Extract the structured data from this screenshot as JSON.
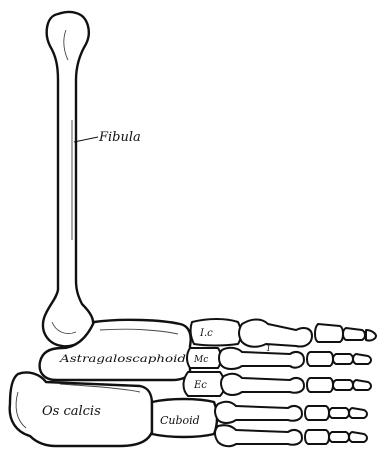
{
  "labels": {
    "fibula": "Fibula",
    "astragaloscaphoid": "Astragaloscaphoid",
    "os_calcis": "Os calcis",
    "cuboid": "Cuboid",
    "internal_cuneiform": "I.c",
    "middle_cuneiform": "Mc",
    "external_cuneiform": "Ec",
    "metatarsal_numeral": "1"
  }
}
